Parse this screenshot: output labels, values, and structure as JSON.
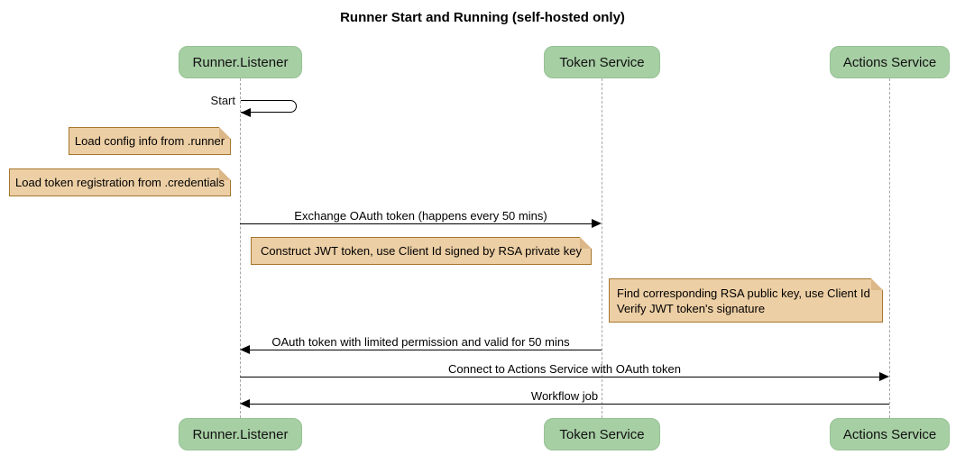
{
  "diagram": {
    "type": "sequence",
    "title": "Runner Start and Running (self-hosted only)"
  },
  "participants": [
    {
      "label": "Runner.Listener"
    },
    {
      "label": "Token Service"
    },
    {
      "label": "Actions Service"
    }
  ],
  "self_message": {
    "label": "Start",
    "from": "Runner.Listener",
    "to": "Runner.Listener"
  },
  "messages": [
    {
      "label": "Exchange OAuth token (happens every 50 mins)",
      "from": "Runner.Listener",
      "to": "Token Service",
      "direction": "right"
    },
    {
      "label": "OAuth token with limited permission and valid for 50 mins",
      "from": "Token Service",
      "to": "Runner.Listener",
      "direction": "left"
    },
    {
      "label": "Connect to Actions Service with OAuth token",
      "from": "Runner.Listener",
      "to": "Actions Service",
      "direction": "right"
    },
    {
      "label": "Workflow job",
      "from": "Actions Service",
      "to": "Runner.Listener",
      "direction": "left"
    }
  ],
  "notes": [
    {
      "text": "Load config info from .runner",
      "attached_to": "Runner.Listener"
    },
    {
      "text": "Load token registration from .credentials",
      "attached_to": "Runner.Listener"
    },
    {
      "text": "Construct JWT token, use Client Id signed by RSA private key",
      "attached_to": "Runner.Listener"
    },
    {
      "line1": "Find corresponding RSA public key, use Client Id",
      "line2": "Verify JWT token's signature",
      "attached_to": "Token Service"
    }
  ],
  "colors": {
    "participant_fill": "#a7cfa4",
    "participant_border": "#96c293",
    "note_fill": "#edcfa5",
    "note_border": "#a5772e",
    "note_fold": "#dcb787",
    "lifeline": "#a6a6a6",
    "message_line": "#000000"
  }
}
